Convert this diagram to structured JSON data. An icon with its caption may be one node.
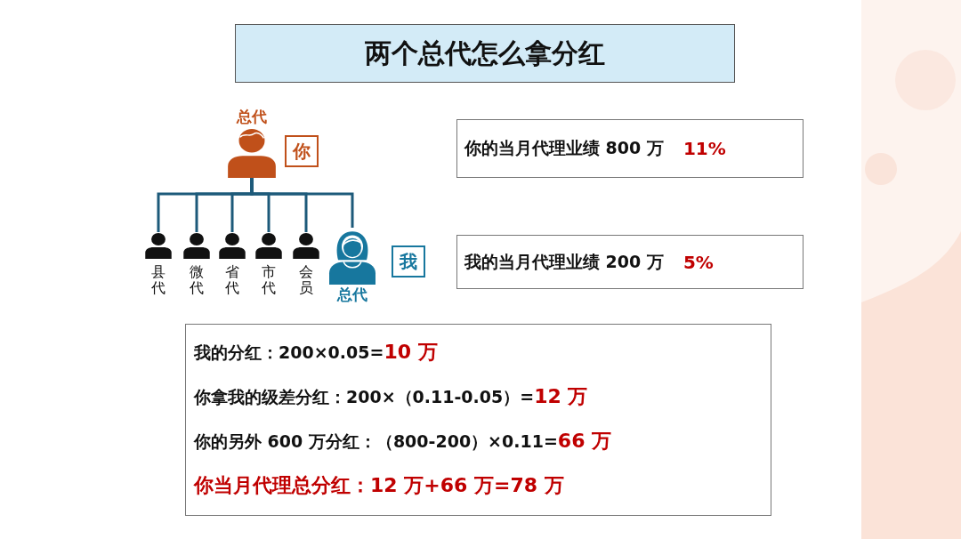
{
  "diagram": {
    "title": "两个总代怎么拿分红",
    "nodes": [
      {
        "text": [
          "总代"
        ]
      },
      {
        "text": [
          "你"
        ]
      },
      {
        "text": [
          "县代"
        ]
      },
      {
        "text": [
          "微代"
        ]
      },
      {
        "text": [
          "省代"
        ]
      },
      {
        "text": [
          "市代"
        ]
      },
      {
        "text": [
          "会员"
        ]
      },
      {
        "text": [
          "总代"
        ]
      },
      {
        "text": [
          "我"
        ]
      },
      {
        "text": [
          "你的当月代理业绩 800 万",
          "11%"
        ]
      },
      {
        "text": [
          "我的当月代理业绩 200 万",
          "5%"
        ]
      },
      {
        "text": [
          "我的分红：200×0.05=",
          "10 万",
          "你拿我的级差分红：200×（0.11-0.05）=",
          "12 万",
          "你的另外 600 万分红：（800-200）×0.11=",
          "66 万",
          "你当月代理总分红：12 万+66 万=78 万"
        ]
      }
    ],
    "edges": [
      {
        "from": 0,
        "to": 2,
        "arrow": "none"
      },
      {
        "from": 0,
        "to": 3,
        "arrow": "none"
      },
      {
        "from": 0,
        "to": 4,
        "arrow": "none"
      },
      {
        "from": 0,
        "to": 5,
        "arrow": "none"
      },
      {
        "from": 0,
        "to": 6,
        "arrow": "none"
      },
      {
        "from": 0,
        "to": 7,
        "arrow": "none"
      }
    ]
  }
}
